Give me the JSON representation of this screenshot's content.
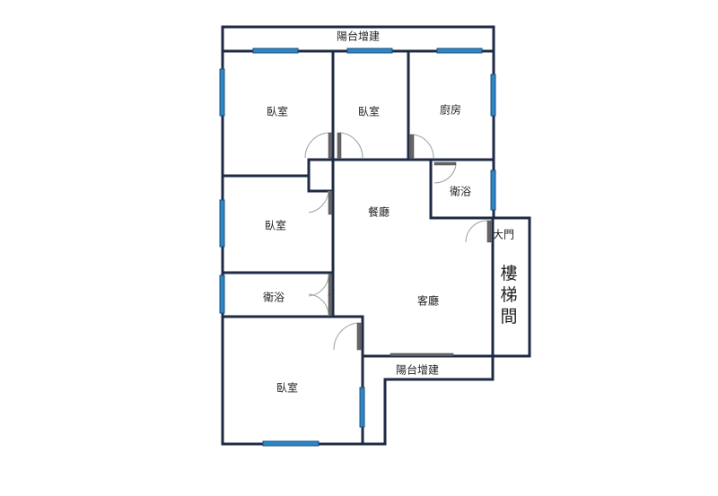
{
  "rooms": {
    "balcony_top": "陽台增建",
    "bedroom_1": "臥室",
    "bedroom_2": "臥室",
    "kitchen": "廚房",
    "bath_right": "衛浴",
    "dining": "餐廳",
    "bedroom_3": "臥室",
    "main_door": "大門",
    "stair": "樓梯間",
    "bath_left": "衛浴",
    "living": "客廳",
    "balcony_bottom": "陽台增建",
    "bedroom_4": "臥室"
  }
}
